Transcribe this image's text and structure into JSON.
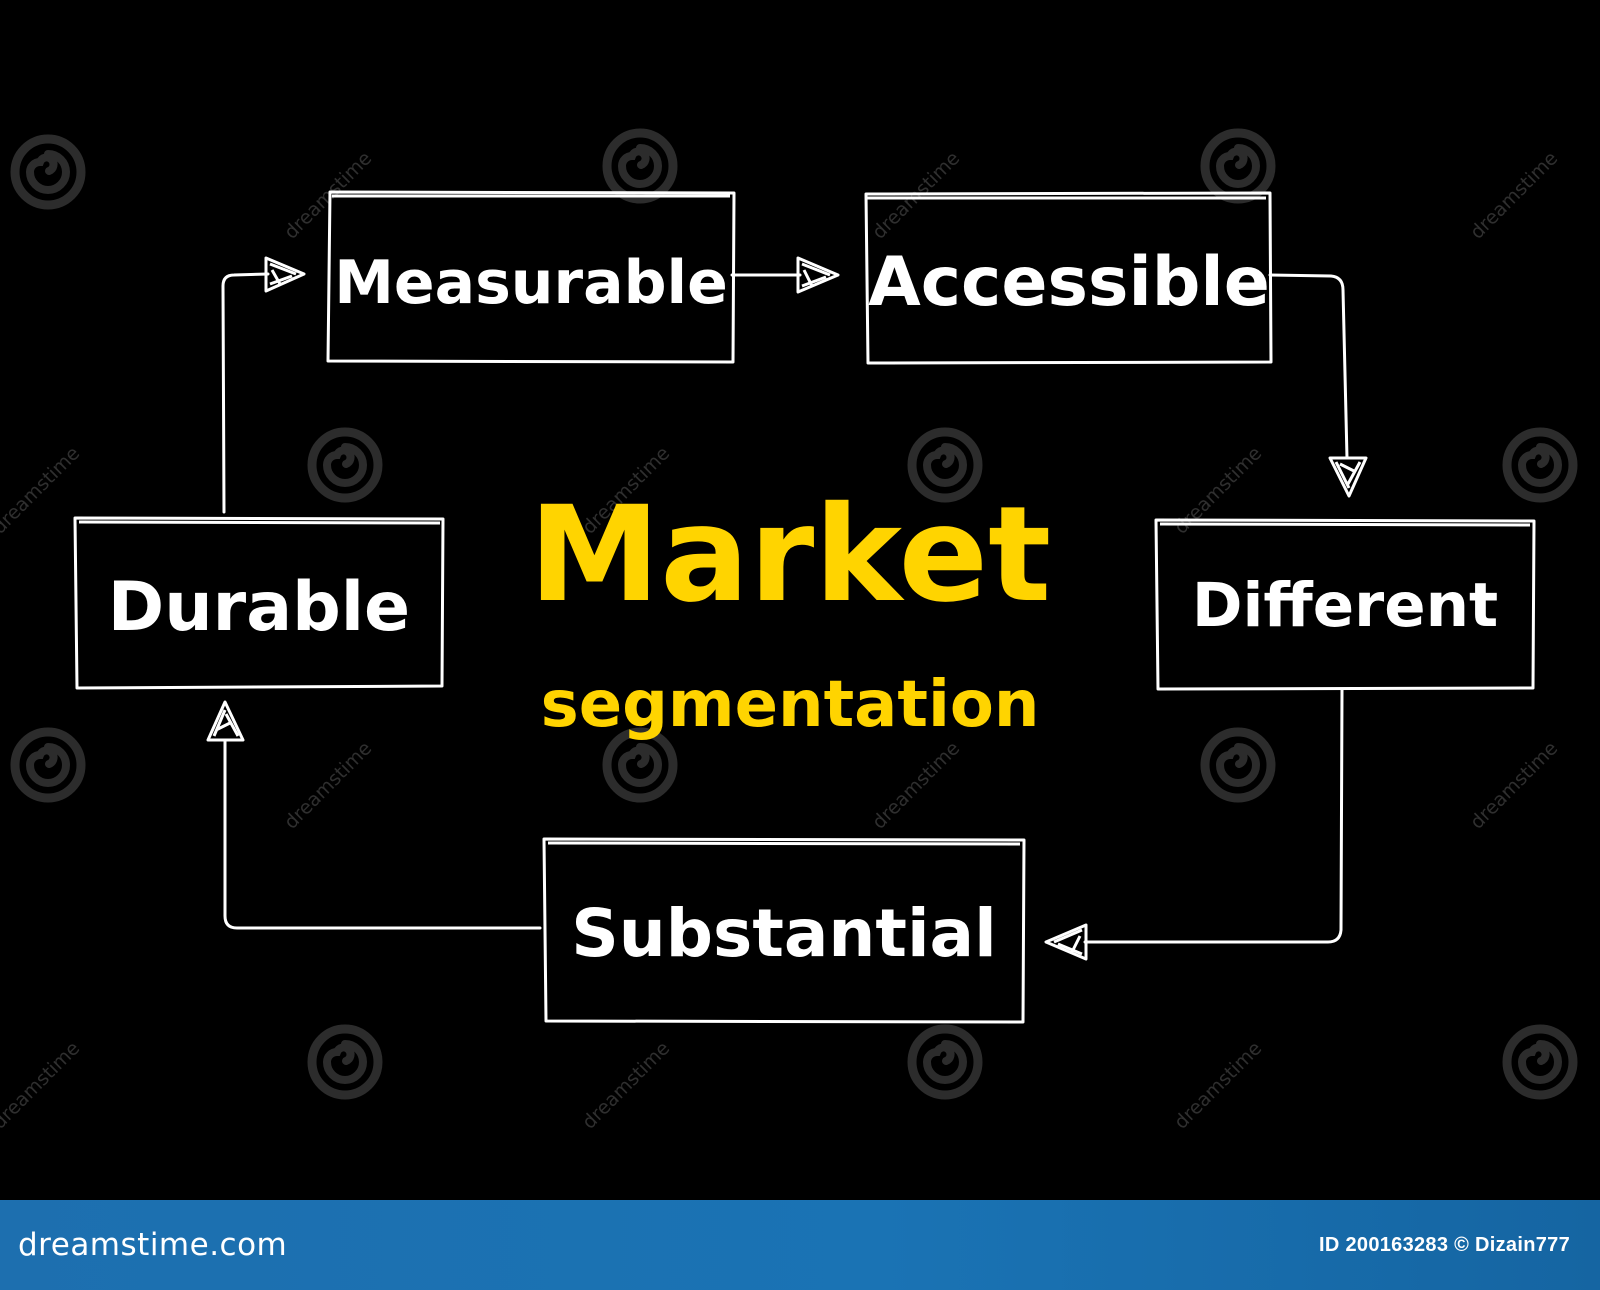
{
  "title": {
    "main": "Market",
    "sub": "segmentation",
    "color": "#ffd400"
  },
  "nodes": {
    "measurable": "Measurable",
    "accessible": "Accessible",
    "different": "Different",
    "substantial": "Substantial",
    "durable": "Durable"
  },
  "colors": {
    "background": "#000000",
    "stroke": "#ffffff",
    "footer": "#1a73b4"
  },
  "watermark": {
    "text": "dreamstime",
    "icon": "spiral-logo-icon"
  },
  "footer": {
    "brand": "dreamstime.com",
    "id_line": "ID 200163283 © Dizain777"
  }
}
